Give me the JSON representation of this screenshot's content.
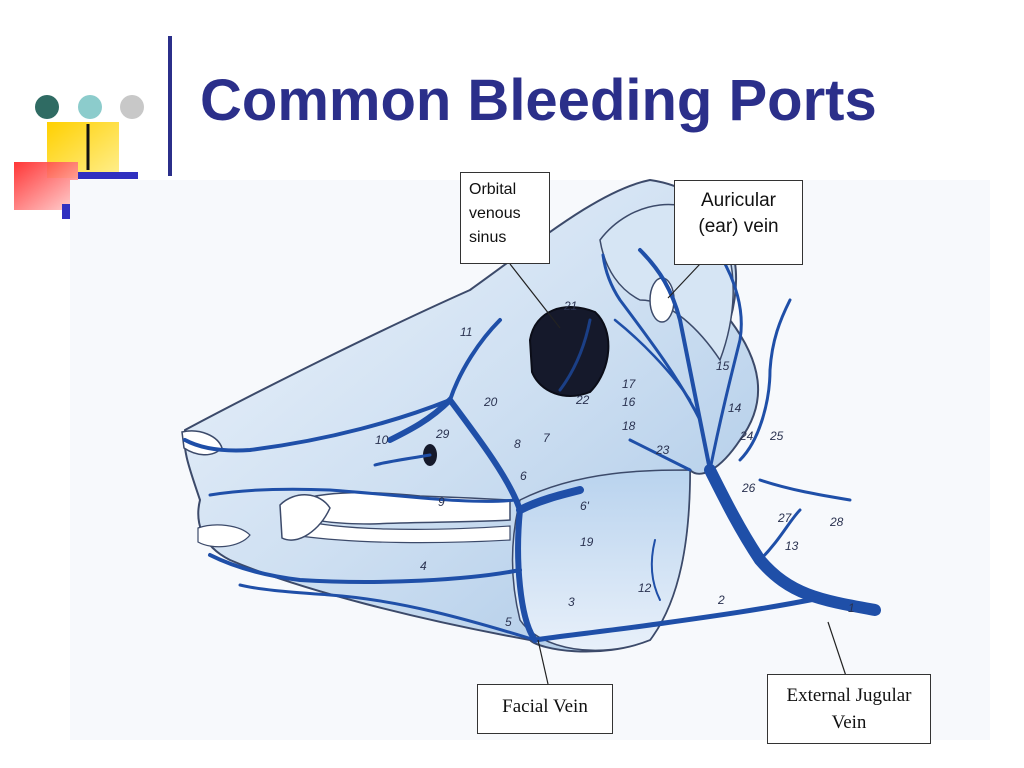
{
  "slide": {
    "title": "Common Bleeding Ports",
    "title_color": "#2b2f8a",
    "accent_colors": {
      "dot_dark": "#2f6b63",
      "dot_teal": "#8ccccc",
      "dot_gray": "#c8c8c8",
      "square_yellow": "#ffe030",
      "square_red": "#ff4040",
      "square_blue": "#3030c0"
    }
  },
  "callouts": {
    "orbital": "Orbital venous sinus",
    "auricular": "Auricular (ear) vein",
    "facial": "Facial Vein",
    "jugular": "External Jugular Vein"
  },
  "diagram_numbers": {
    "n1": "1",
    "n2": "2",
    "n3": "3",
    "n4": "4",
    "n5": "5",
    "n6": "6",
    "n6p": "6'",
    "n7": "7",
    "n8": "8",
    "n9": "9",
    "n10": "10",
    "n11": "11",
    "n12": "12",
    "n13": "13",
    "n14": "14",
    "n15": "15",
    "n16": "16",
    "n17": "17",
    "n18": "18",
    "n19": "19",
    "n20": "20",
    "n21": "21",
    "n22": "22",
    "n23": "23",
    "n24": "24",
    "n25": "25",
    "n26": "26",
    "n27": "27",
    "n28": "28",
    "n29": "29"
  },
  "vein_color": "#1f4fa8"
}
